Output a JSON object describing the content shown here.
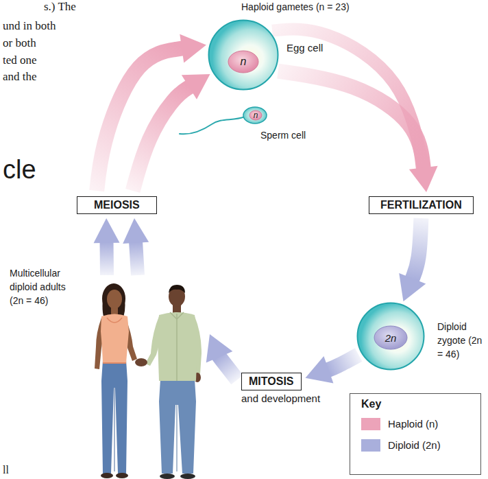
{
  "diagram": {
    "nodes": [
      {
        "text": [
          "Egg cell"
        ]
      },
      {
        "text": [
          "n"
        ],
        "in": 0
      },
      {
        "text": [
          "Sperm cell"
        ]
      },
      {
        "text": [
          "n"
        ],
        "in": 2
      },
      {
        "text": [
          "MEIOSIS"
        ]
      },
      {
        "text": [
          "FERTILIZATION"
        ]
      },
      {
        "text": [
          "Diploid zygote (2n = 46)"
        ]
      },
      {
        "text": [
          "2n"
        ],
        "in": 6
      },
      {
        "text": [
          "MITOSIS",
          "and development"
        ]
      },
      {
        "text": [
          "Multicellular diploid adults (2n = 46)"
        ]
      }
    ],
    "edges": [
      {
        "from": 4,
        "to": 0,
        "arrow": "to"
      },
      {
        "from": 4,
        "to": 0,
        "arrow": "to"
      },
      {
        "from": 0,
        "to": 5,
        "arrow": "to"
      },
      {
        "from": 5,
        "to": 6,
        "arrow": "to"
      },
      {
        "from": 6,
        "to": 8,
        "arrow": "to"
      },
      {
        "from": 8,
        "to": 9,
        "arrow": "to"
      },
      {
        "from": 9,
        "to": 4,
        "arrow": "to"
      },
      {
        "from": 9,
        "to": 4,
        "arrow": "to"
      }
    ],
    "labels": [
      "s.) The",
      "und in both",
      "or both",
      "ted one",
      "and the",
      "Haploid gametes (n = 23)",
      "cle",
      "Key",
      "ll"
    ],
    "legend": [
      {
        "text": "Haploid (n)",
        "color": "#eca3b9"
      },
      {
        "text": "Diploid (2n)",
        "color": "#a9afdc"
      }
    ]
  }
}
